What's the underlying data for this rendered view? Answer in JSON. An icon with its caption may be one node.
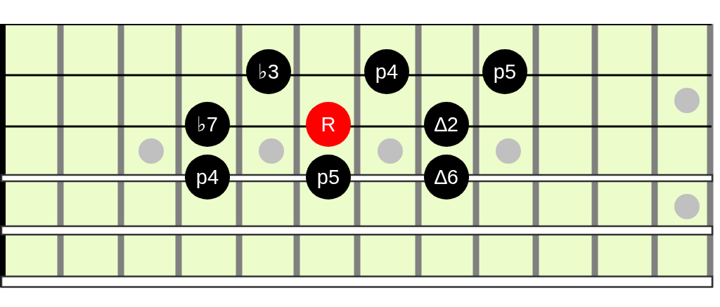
{
  "diagram": {
    "nodes": [
      {
        "text": [
          "♭3"
        ]
      },
      {
        "text": [
          "p4"
        ]
      },
      {
        "text": [
          "p5"
        ]
      },
      {
        "text": [],
        "shape": "circle"
      },
      {
        "text": [
          "♭7"
        ]
      },
      {
        "text": [
          "R"
        ]
      },
      {
        "text": [
          "∆2"
        ]
      },
      {
        "text": [],
        "shape": "circle"
      },
      {
        "text": [],
        "shape": "circle"
      },
      {
        "text": [],
        "shape": "circle"
      },
      {
        "text": [],
        "shape": "circle"
      },
      {
        "text": [
          "p4"
        ]
      },
      {
        "text": [
          "p5"
        ]
      },
      {
        "text": [
          "∆6"
        ]
      },
      {
        "text": [],
        "shape": "circle"
      }
    ]
  }
}
